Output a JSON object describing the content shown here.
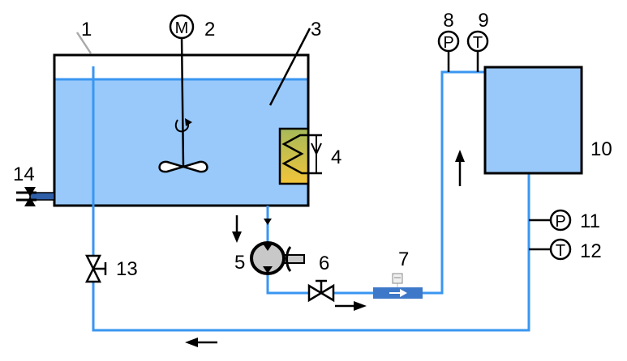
{
  "diagram": {
    "title": "Process flow schematic",
    "colors": {
      "liquid": "#99c9fb",
      "pipe": "#3a96f0",
      "outline": "#000000",
      "heater_top": "#a6ba5a",
      "heater_bottom": "#f2c43a",
      "flowmeter": "#3e78c8",
      "pump_body": "#c8c8c8",
      "drain_pipe": "#2e5fa8"
    },
    "labels": {
      "n1": "1",
      "n2": "2",
      "n3": "3",
      "n4": "4",
      "n5": "5",
      "n6": "6",
      "n7": "7",
      "n8": "8",
      "n9": "9",
      "n10": "10",
      "n11": "11",
      "n12": "12",
      "n13": "13",
      "n14": "14"
    },
    "instruments": {
      "motor": "M",
      "pressure": "P",
      "temperature": "T"
    },
    "components": [
      {
        "id": "1",
        "name": "return pipe"
      },
      {
        "id": "2",
        "name": "motor"
      },
      {
        "id": "3",
        "name": "tank"
      },
      {
        "id": "4",
        "name": "heater"
      },
      {
        "id": "5",
        "name": "pump"
      },
      {
        "id": "6",
        "name": "valve"
      },
      {
        "id": "7",
        "name": "flow meter"
      },
      {
        "id": "8",
        "name": "pressure gauge"
      },
      {
        "id": "9",
        "name": "temperature gauge"
      },
      {
        "id": "10",
        "name": "test vessel"
      },
      {
        "id": "11",
        "name": "pressure gauge"
      },
      {
        "id": "12",
        "name": "temperature gauge"
      },
      {
        "id": "13",
        "name": "valve"
      },
      {
        "id": "14",
        "name": "drain valve"
      }
    ]
  }
}
